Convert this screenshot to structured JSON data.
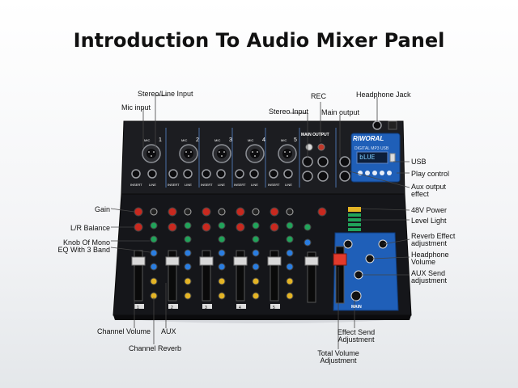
{
  "title": "Introduction To Audio Mixer Panel",
  "device": {
    "brand": "RIWORAL",
    "model": "DIGITAL MP3 USB",
    "display_text": "bLUE",
    "main_output_label": "MAIN OUTPUT",
    "main_label": "MAIN",
    "channels": [
      {
        "mic_label": "MIC",
        "number": "1",
        "insert_label": "INSERT",
        "line_label": "LINE"
      },
      {
        "mic_label": "MIC",
        "number": "2",
        "insert_label": "INSERT",
        "line_label": "LINE"
      },
      {
        "mic_label": "MIC",
        "number": "3",
        "insert_label": "INSERT",
        "line_label": "LINE"
      },
      {
        "mic_label": "MIC",
        "number": "4",
        "insert_label": "INSERT",
        "line_label": "LINE"
      },
      {
        "mic_label": "MIC",
        "number": "5",
        "insert_label": "INSERT",
        "line_label": "LINE"
      }
    ],
    "strip_numbers": [
      "1",
      "2",
      "3",
      "4",
      "5"
    ]
  },
  "callouts": {
    "stereo_line_input": "Stereo/Line Input",
    "mic_input": "Mic input",
    "stereo_input": "Stereo Input",
    "rec": "REC",
    "main_output": "Main output",
    "headphone_jack": "Headphone Jack",
    "usb": "USB",
    "play_control": "Play control",
    "aux_output_effect": [
      "Aux output",
      "effect"
    ],
    "gain": "Gain",
    "lr_balance": "L/R Balance",
    "knob_mono_eq": [
      "Knob Of Mono",
      "EQ With 3 Band"
    ],
    "power_48v": "48V Power",
    "level_light": "Level Light",
    "reverb_effect": [
      "Reverb Effect",
      "adjustment"
    ],
    "headphone_volume": [
      "Headphone",
      "Volume"
    ],
    "aux_send": [
      "AUX Send",
      "adjustment"
    ],
    "channel_volume": "Channel Volume",
    "aux": "AUX",
    "channel_reverb": "Channel Reverb",
    "effect_send": [
      "Effect Send",
      "Adjustment"
    ],
    "total_volume": [
      "Total Volume",
      "Adjustment"
    ]
  },
  "colors": {
    "panel": "#17181b",
    "blue_panel": "#1f5fb8",
    "display": "#0d1f3a",
    "fader_red": "#e23a2c",
    "knob_red": "#c8291f",
    "knob_green": "#21a35a",
    "knob_blue": "#2a7de0",
    "knob_yellow": "#e4b425",
    "line": "#333333"
  }
}
